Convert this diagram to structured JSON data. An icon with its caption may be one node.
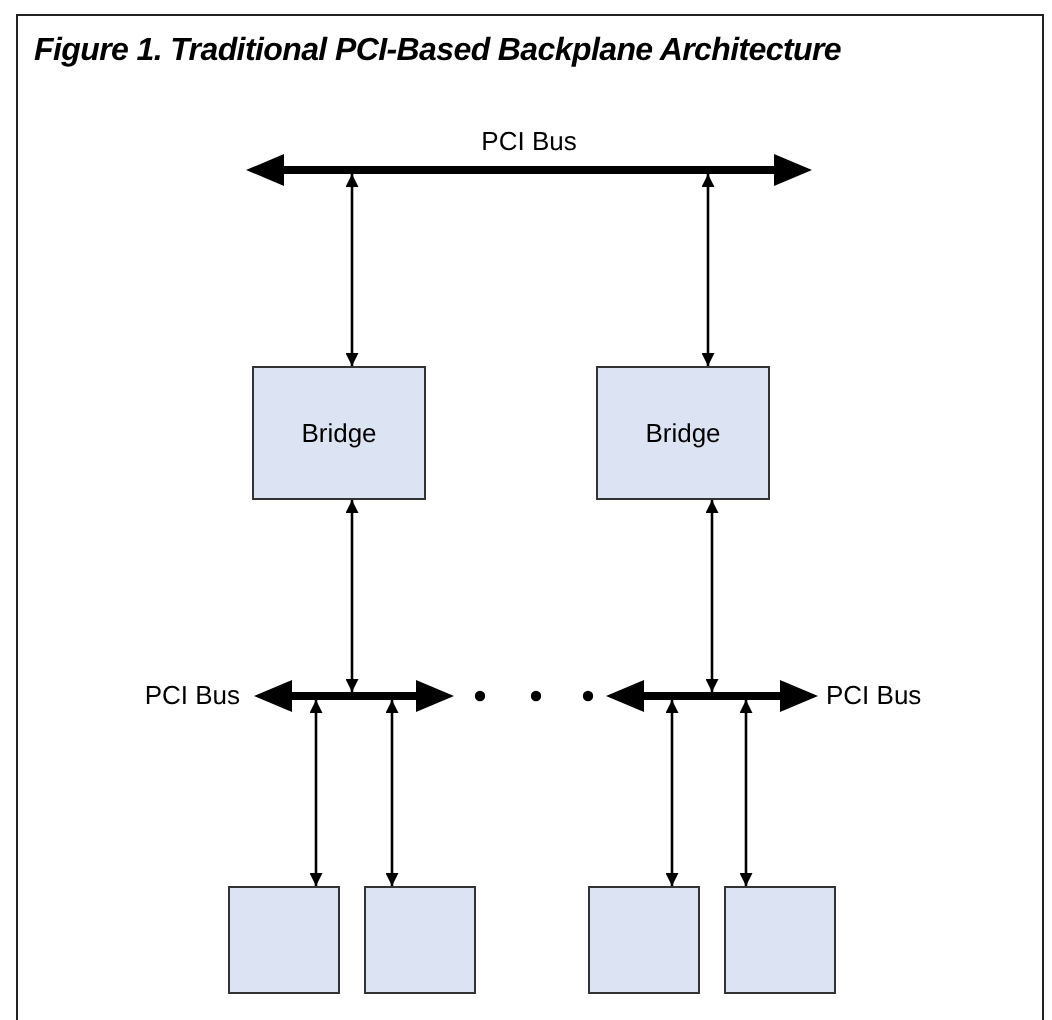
{
  "diagram": {
    "title": "Figure 1. Traditional PCI-Based Backplane Architecture",
    "nodes": [
      {
        "text": [
          "PCI Bus"
        ]
      },
      {
        "text": [
          "Bridge"
        ]
      },
      {
        "text": [
          "Bridge"
        ]
      },
      {
        "text": [
          "PCI Bus"
        ]
      },
      {
        "text": [
          "PCI Bus"
        ]
      },
      {
        "text": [],
        "shape": "box"
      },
      {
        "text": [],
        "shape": "box"
      },
      {
        "text": [],
        "shape": "box"
      },
      {
        "text": [],
        "shape": "box"
      }
    ],
    "edges": [
      {
        "from": 0,
        "to": 1,
        "arrow": "both"
      },
      {
        "from": 0,
        "to": 2,
        "arrow": "both"
      },
      {
        "from": 1,
        "to": 3,
        "arrow": "both"
      },
      {
        "from": 2,
        "to": 4,
        "arrow": "both"
      },
      {
        "from": 3,
        "to": 5,
        "arrow": "both"
      },
      {
        "from": 3,
        "to": 6,
        "arrow": "both"
      },
      {
        "from": 4,
        "to": 7,
        "arrow": "both"
      },
      {
        "from": 4,
        "to": 8,
        "arrow": "both"
      }
    ]
  }
}
